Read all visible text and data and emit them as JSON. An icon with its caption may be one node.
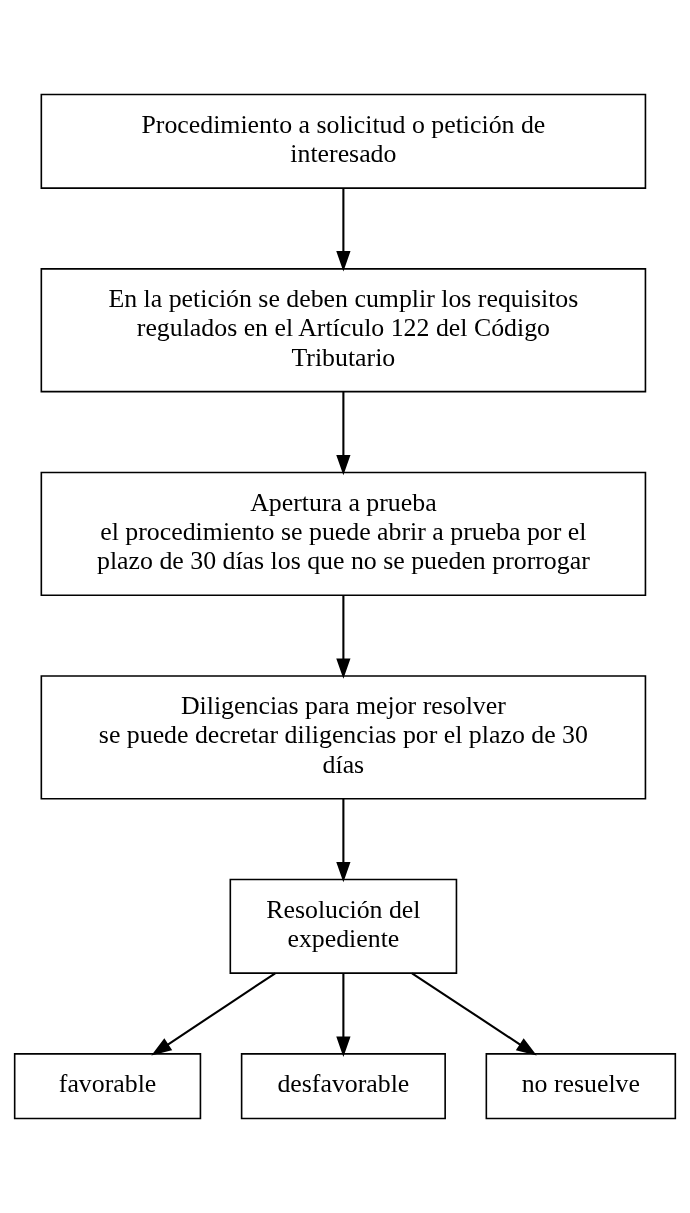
{
  "diagram": {
    "nodes": [
      {
        "text": [
          "Procedimiento a solicitud o petición de interesado"
        ]
      },
      {
        "text": [
          "En la petición se deben cumplir los requisitos regulados en el Artículo 122 del Código Tributario"
        ]
      },
      {
        "text": [
          "Apertura a prueba",
          "el procedimiento se puede abrir a prueba por el plazo de 30 días los que no se pueden prorrogar"
        ]
      },
      {
        "text": [
          "Diligencias para mejor resolver",
          "se puede decretar diligencias por el plazo de 30 días"
        ]
      },
      {
        "text": [
          "Resolución del expediente"
        ]
      },
      {
        "text": [
          "favorable"
        ]
      },
      {
        "text": [
          "desfavorable"
        ]
      },
      {
        "text": [
          "no resuelve"
        ]
      }
    ],
    "edges": [
      {
        "from": 0,
        "to": 1,
        "arrow": "to"
      },
      {
        "from": 1,
        "to": 2,
        "arrow": "to"
      },
      {
        "from": 2,
        "to": 3,
        "arrow": "to"
      },
      {
        "from": 3,
        "to": 4,
        "arrow": "to"
      },
      {
        "from": 4,
        "to": 5,
        "arrow": "to"
      },
      {
        "from": 4,
        "to": 6,
        "arrow": "to"
      },
      {
        "from": 4,
        "to": 7,
        "arrow": "to"
      }
    ]
  }
}
